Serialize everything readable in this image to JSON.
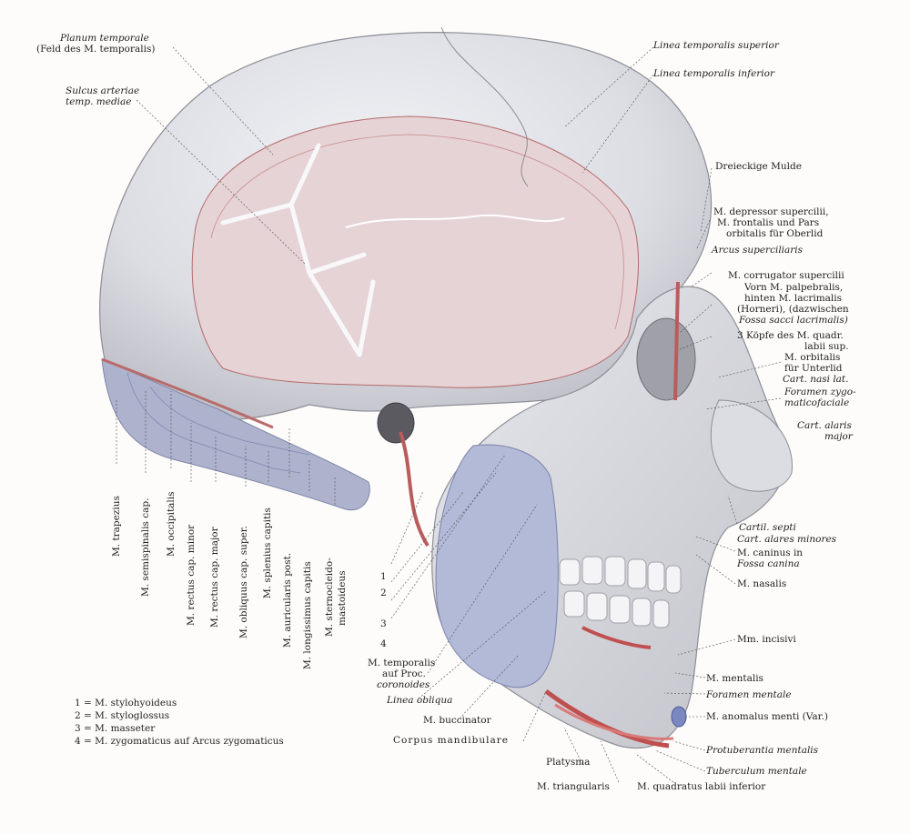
{
  "labels_left_top": {
    "planum_1": "Planum temporale",
    "planum_2": "(Feld des M. temporalis)",
    "sulcus_1": "Sulcus arteriae",
    "sulcus_2": "temp. mediae"
  },
  "labels_right": {
    "linea_sup": "Linea temporalis superior",
    "linea_inf": "Linea temporalis inferior",
    "dreieckige": "Dreieckige Mulde",
    "depressor_1": "M. depressor supercilii,",
    "depressor_2": "M. frontalis und Pars",
    "depressor_3": "orbitalis für Oberlid",
    "arcus": "Arcus superciliaris",
    "corrugator": "M. corrugator supercilii",
    "palpebralis_1": "Vorn M. palpebralis,",
    "palpebralis_2": "hinten M. lacrimalis",
    "palpebralis_3": "(Horneri), (dazwischen",
    "palpebralis_4": "Fossa sacci lacrimalis)",
    "koepfe_1": "3 Köpfe des M. quadr.",
    "koepfe_2": "labii sup.",
    "orbitalis_1": "M. orbitalis",
    "orbitalis_2": "für Unterlid",
    "cart_nasi": "Cart. nasi lat.",
    "foramen_zyg_1": "Foramen zygo-",
    "foramen_zyg_2": "maticofaciale",
    "cart_alaris_1": "Cart. alaris",
    "cart_alaris_2": "major",
    "cartil_septi": "Cartil. septi",
    "cart_alares_min": "Cart. alares minores",
    "caninus_1": "M. caninus in",
    "caninus_2": "Fossa canina",
    "nasalis": "M. nasalis",
    "incisivi": "Mm. incisivi",
    "mentalis": "M. mentalis",
    "foramen_mentale": "Foramen mentale",
    "anomalus": "M. anomalus menti (Var.)",
    "protuberantia": "Protuberantia mentalis",
    "tuberculum": "Tuberculum mentale",
    "quadratus": "M. quadratus labii inferior",
    "triangularis": "M. triangularis",
    "platysma": "Platysma",
    "corpus": "Corpus mandibulare",
    "buccinator": "M. buccinator",
    "linea_obliqua": "Linea obliqua",
    "temporalis_1": "M. temporalis",
    "temporalis_2": "auf Proc.",
    "temporalis_3": "coronoides"
  },
  "labels_vertical": [
    "M. trapezius",
    "M. semispinalis cap.",
    "M. occipitalis",
    "M. rectus cap. minor",
    "M. rectus cap. major",
    "M. obliquus cap. super.",
    "M. splenius capitis",
    "M. auricularis post.",
    "M. longissimus capitis",
    "M. sternocleido-",
    "mastoideus"
  ],
  "number_marks": [
    "1",
    "2",
    "3",
    "4"
  ],
  "legend": [
    "1 = M. stylohyoideus",
    "2 = M. styloglossus",
    "3 = M. masseter",
    "4 = M. zygomaticus auf Arcus zygomaticus"
  ]
}
